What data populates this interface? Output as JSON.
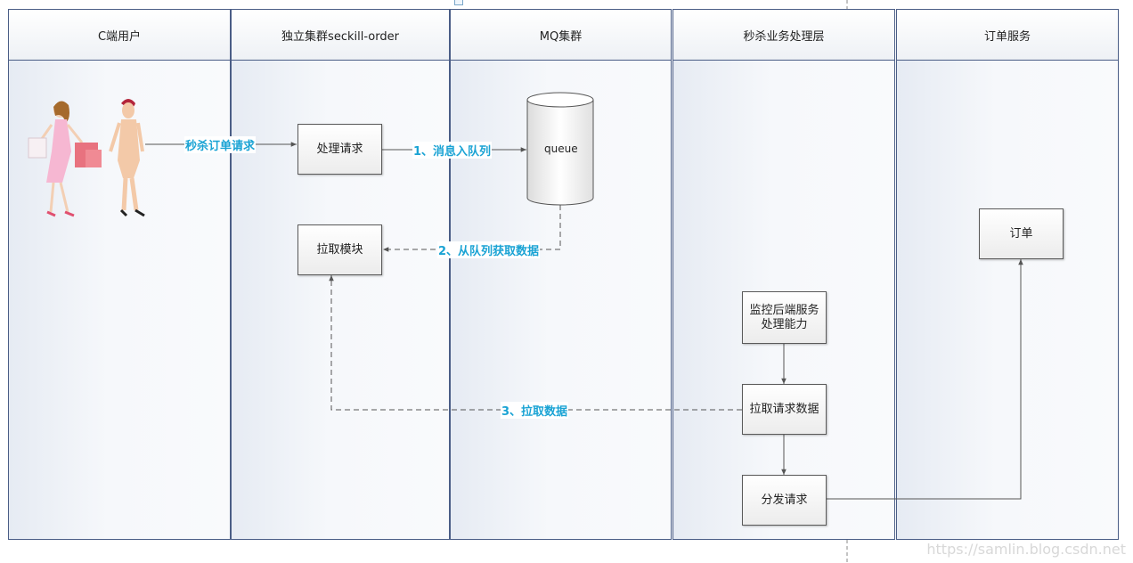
{
  "lanes": [
    {
      "id": "c-user",
      "title": "C端用户"
    },
    {
      "id": "cluster",
      "title": "独立集群seckill-order"
    },
    {
      "id": "mq",
      "title": "MQ集群"
    },
    {
      "id": "biz",
      "title": "秒杀业务处理层"
    },
    {
      "id": "order",
      "title": "订单服务"
    }
  ],
  "nodes": {
    "process_request": "处理请求",
    "pull_module": "拉取模块",
    "queue": "queue",
    "order": "订单",
    "monitor": "监控后端服务\n处理能力",
    "pull_request_data": "拉取请求数据",
    "dispatch": "分发请求"
  },
  "edges": {
    "seckill_order_request": "秒杀订单请求",
    "enqueue": "1、消息入队列",
    "fetch_from_queue": "2、从队列获取数据",
    "pull_data": "3、拉取数据"
  },
  "watermark": "https://samlin.blog.csdn.net"
}
